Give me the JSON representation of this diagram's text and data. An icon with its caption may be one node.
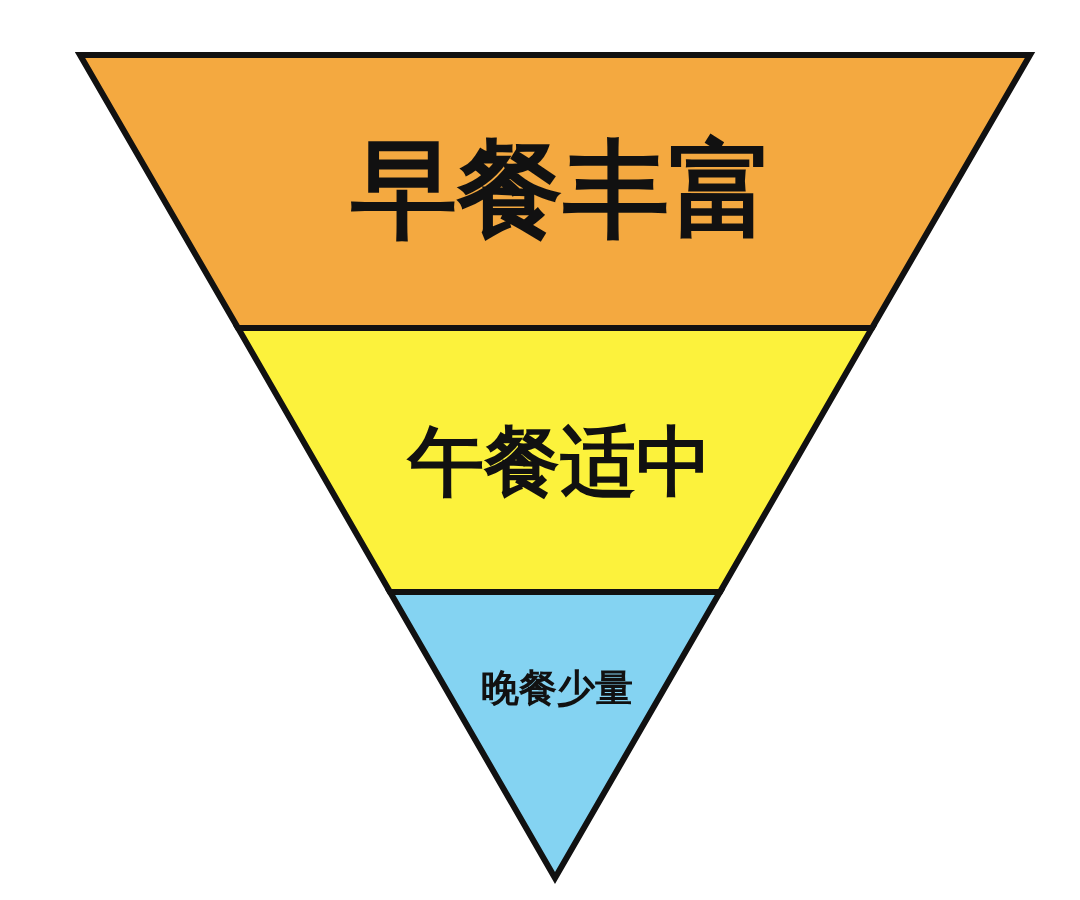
{
  "diagram": {
    "nodes": [
      {
        "text": [
          "早餐丰富"
        ]
      },
      {
        "text": [
          "午餐适中"
        ]
      },
      {
        "text": [
          "晚餐少量"
        ]
      }
    ]
  }
}
